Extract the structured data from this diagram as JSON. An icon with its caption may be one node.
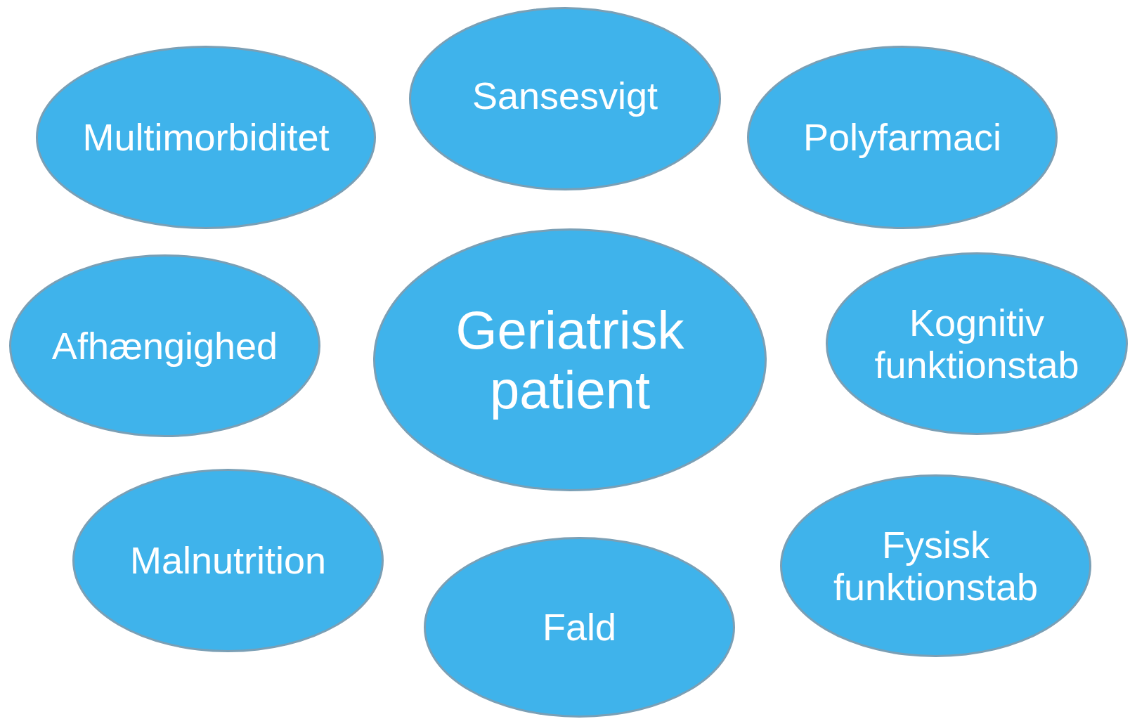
{
  "diagram": {
    "nodes": [
      {
        "text": [
          "Multimorbiditet"
        ]
      },
      {
        "text": [
          "Sansesvigt"
        ]
      },
      {
        "text": [
          "Polyfarmaci"
        ]
      },
      {
        "text": [
          "Afhængighed"
        ]
      },
      {
        "text": [
          "Geriatrisk patient"
        ]
      },
      {
        "text": [
          "Kognitiv funktionstab"
        ]
      },
      {
        "text": [
          "Malnutrition"
        ]
      },
      {
        "text": [
          "Fald"
        ]
      },
      {
        "text": [
          "Fysisk funktionstab"
        ]
      }
    ]
  }
}
